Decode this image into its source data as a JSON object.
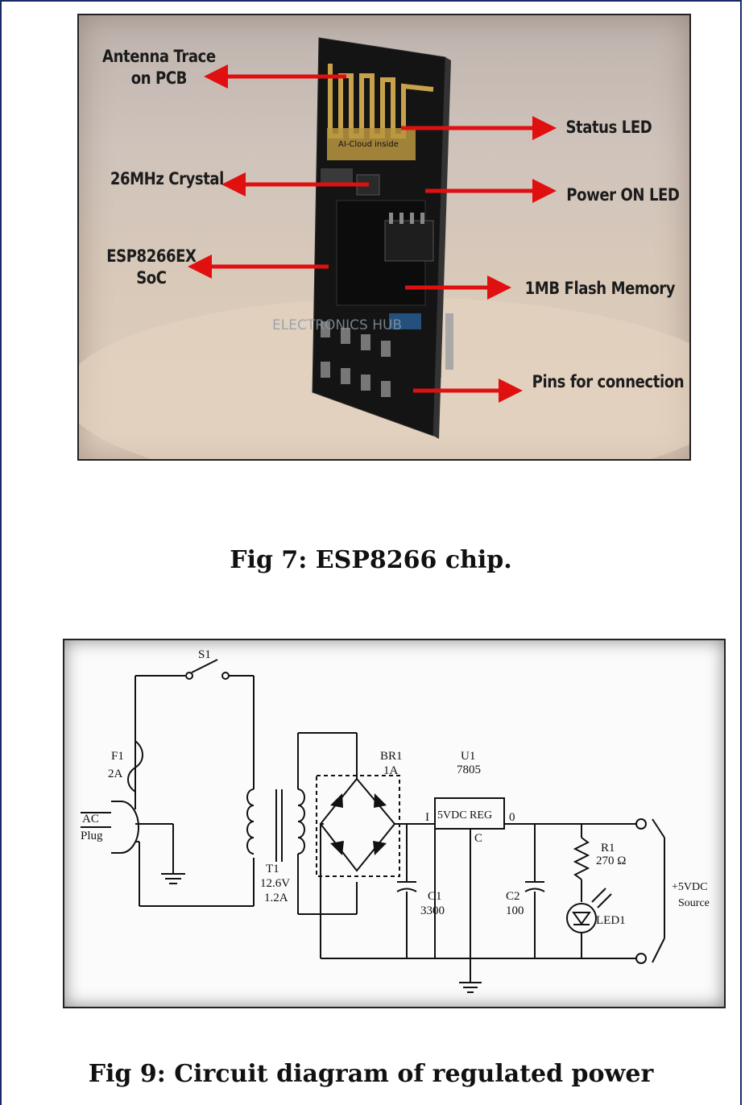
{
  "figure7": {
    "labels": {
      "antenna": "Antenna Trace\non PCB",
      "crystal": "26MHz Crystal",
      "soc": "ESP8266EX\nSoC",
      "status_led": "Status LED",
      "power_led": "Power ON LED",
      "flash": "1MB Flash Memory",
      "pins": "Pins for connection"
    },
    "board_text": "AI-Cloud inside",
    "watermark": "ELECTRONICS HUB",
    "caption": "Fig 7: ESP8266 chip."
  },
  "figure9": {
    "labels": {
      "s1": "S1",
      "f1": "F1",
      "f1_rating": "2A",
      "ac": "AC",
      "plug": "Plug",
      "t1": "T1",
      "t1_voltage": "12.6V",
      "t1_current": "1.2A",
      "br1": "BR1",
      "br1_rating": "1A",
      "u1": "U1",
      "u1_part": "7805",
      "reg": "5VDC REG",
      "pin_i": "I",
      "pin_o": "0",
      "pin_c": "C",
      "c1": "C1",
      "c1_value": "3300",
      "c2": "C2",
      "c2_value": "100",
      "r1": "R1",
      "r1_value": "270 Ω",
      "led": "LED1",
      "source_v": "+5VDC",
      "source": "Source"
    },
    "caption": "Fig 9: Circuit diagram of regulated power"
  },
  "colors": {
    "arrow": "#e01010",
    "board": "#151515",
    "border": "#1a2a66"
  }
}
